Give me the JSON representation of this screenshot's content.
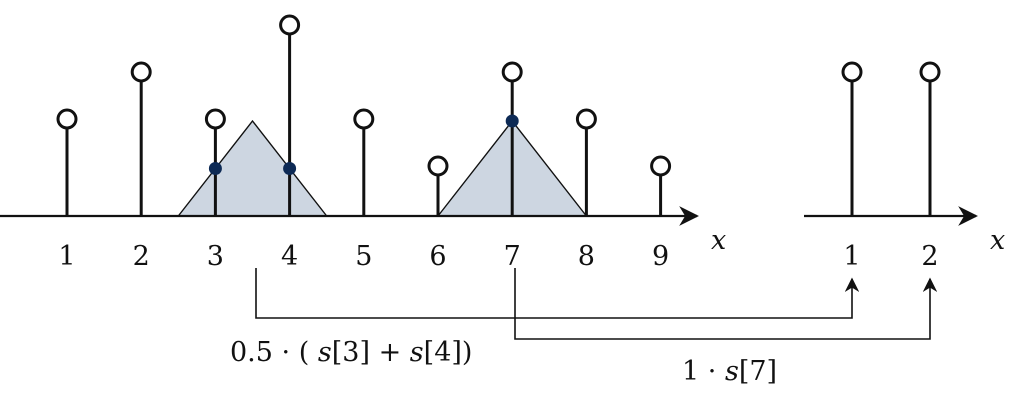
{
  "colors": {
    "stroke": "#111111",
    "triangle_fill": "#cdd6e1",
    "sample_dot": "#0d2a55"
  },
  "left_panel": {
    "axis_label": "x",
    "ticks": [
      "1",
      "2",
      "3",
      "4",
      "5",
      "6",
      "7",
      "8",
      "9"
    ],
    "stems": [
      {
        "x": 1,
        "h": 2
      },
      {
        "x": 2,
        "h": 3
      },
      {
        "x": 3,
        "h": 2
      },
      {
        "x": 4,
        "h": 4
      },
      {
        "x": 5,
        "h": 2
      },
      {
        "x": 6,
        "h": 1
      },
      {
        "x": 7,
        "h": 3
      },
      {
        "x": 8,
        "h": 2
      },
      {
        "x": 9,
        "h": 1
      }
    ],
    "kernels": [
      {
        "center": 3.5,
        "samples": [
          3,
          4
        ]
      },
      {
        "center": 7,
        "samples": [
          7
        ]
      }
    ]
  },
  "right_panel": {
    "axis_label": "x",
    "ticks": [
      "1",
      "2"
    ],
    "stems": [
      {
        "x": 1,
        "h": 3
      },
      {
        "x": 2,
        "h": 3
      }
    ]
  },
  "annotations": {
    "formula_1": {
      "coef": "0.5",
      "dot": "·",
      "open": "(",
      "s1": "s",
      "idx1": "[3]",
      "plus": "+",
      "s2": "s",
      "idx2": "[4]",
      "close": ")"
    },
    "formula_2": {
      "coef": "1",
      "dot": "·",
      "s": "s",
      "idx": "[7]"
    }
  }
}
